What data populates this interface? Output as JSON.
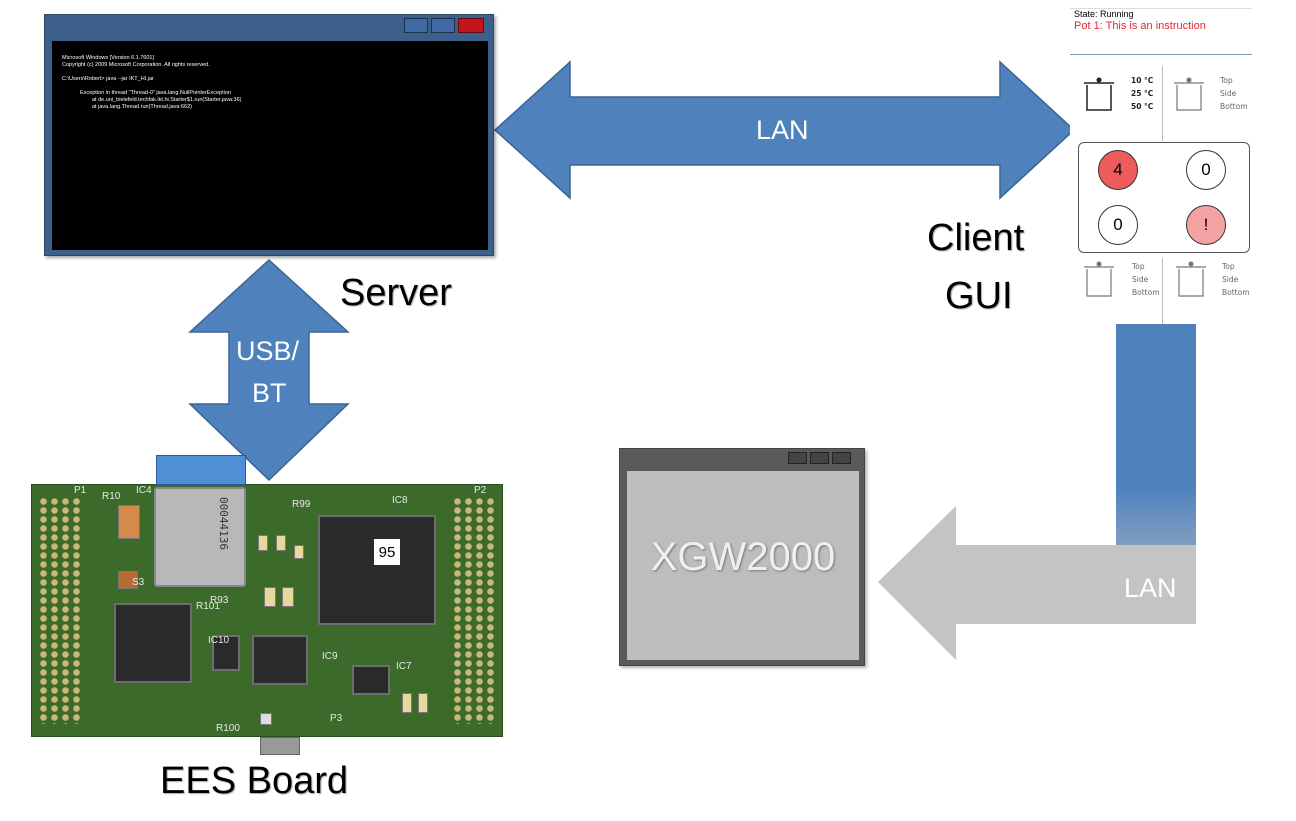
{
  "labels": {
    "server": "Server",
    "client_gui_line1": "Client",
    "client_gui_line2": "GUI",
    "ees_board": "EES Board",
    "lan_top": "LAN",
    "lan_bottom": "LAN",
    "usb_bt_line1": "USB/",
    "usb_bt_line2": "BT"
  },
  "server_console": {
    "lines": [
      "Microsoft Windows [Version 6.1.7601]",
      "Copyright (c) 2009 Microsoft Corporation.  All rights reserved.",
      "",
      "C:\\Users\\Robert> java --jar IKT_HI.jar",
      "",
      "Exception in thread \"Thread-0\" java.lang.NullPointerException",
      "at de.uni_bielefeld.techfak.ikt.hi.Starter$1.run(Starter.java:36)",
      "at java.lang.Thread.run(Thread.java:662)"
    ]
  },
  "client_gui": {
    "state": "State: Running",
    "instruction": "Pot 1: This is an instruction",
    "temps": [
      "10 °C",
      "25 °C",
      "50 °C"
    ],
    "positions": [
      "Top",
      "Side",
      "Bottom"
    ],
    "indicators": [
      "4",
      "0",
      "0",
      "!"
    ]
  },
  "xgw": {
    "title": "XGW2000"
  },
  "board_text": {
    "chip_label": "95",
    "module_code": "00044136",
    "silk": [
      "P1",
      "P2",
      "IC4",
      "IC8",
      "IC10",
      "IC9",
      "IC7",
      "S3",
      "R10",
      "R93",
      "R100",
      "P3",
      "R99",
      "R101"
    ]
  },
  "colors": {
    "arrow_blue": "#4f81bd",
    "arrow_grey": "#c4c4c4",
    "indicator_red": "#ee5b5b",
    "indicator_pink": "#f4a3a3"
  }
}
